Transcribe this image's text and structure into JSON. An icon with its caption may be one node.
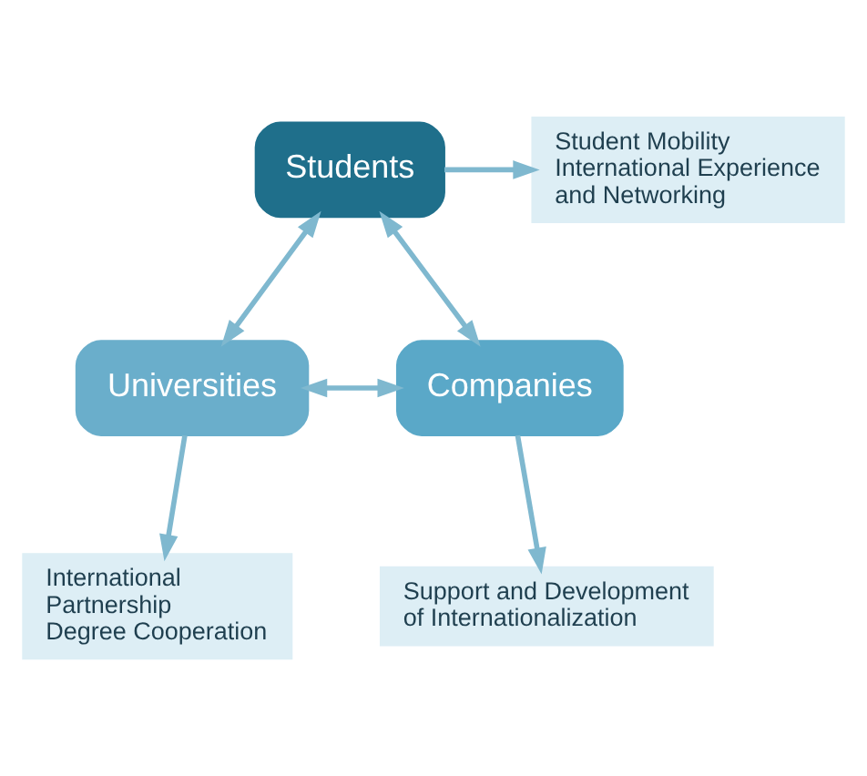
{
  "diagram": {
    "nodes": [
      {
        "text": [
          "Students"
        ]
      },
      {
        "text": [
          "Universities"
        ]
      },
      {
        "text": [
          "Companies"
        ]
      },
      {
        "text": [
          "Student Mobility International Experience and Networking"
        ]
      },
      {
        "text": [
          "International Partnership Degree Cooperation"
        ]
      },
      {
        "text": [
          "Support and Development of Internationalization"
        ]
      }
    ],
    "edges": [
      {
        "from": 0,
        "to": 1,
        "arrow": "both"
      },
      {
        "from": 0,
        "to": 2,
        "arrow": "both"
      },
      {
        "from": 1,
        "to": 2,
        "arrow": "both"
      },
      {
        "from": 0,
        "to": 3,
        "arrow": "to"
      },
      {
        "from": 1,
        "to": 4,
        "arrow": "to"
      },
      {
        "from": 2,
        "to": 5,
        "arrow": "to"
      }
    ]
  }
}
